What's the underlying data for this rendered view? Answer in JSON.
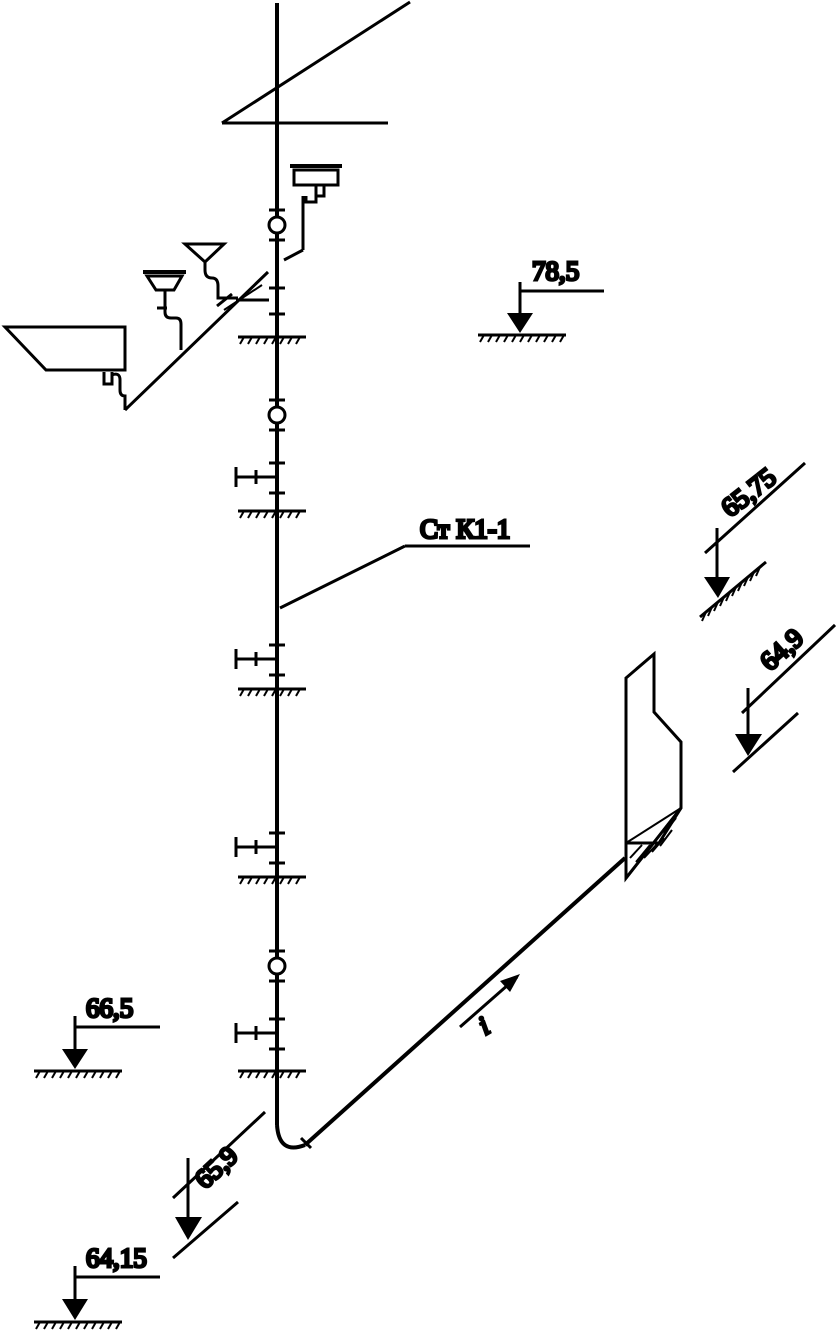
{
  "riser_label": "Ст К1-1",
  "slope_symbol": "i",
  "marks": {
    "m_78_5": "78,5",
    "m_65_75": "65,75",
    "m_64_9": "64,9",
    "m_66_5": "66,5",
    "m_65_9": "65,9",
    "m_64_15": "64,15"
  },
  "colors": {
    "line": "#000000",
    "background": "#ffffff"
  }
}
